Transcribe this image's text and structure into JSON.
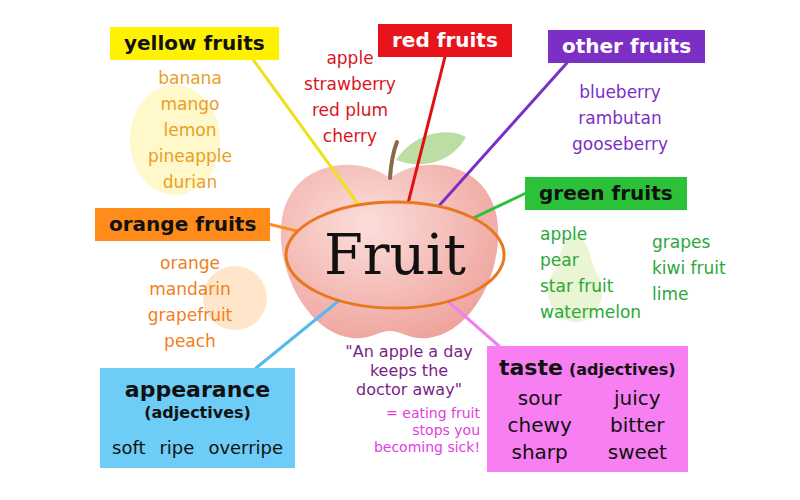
{
  "diagram": {
    "nodes": [
      {
        "text": [
          "Fruit"
        ]
      },
      {
        "text": [
          "yellow fruits"
        ]
      },
      {
        "text": [
          "red fruits"
        ]
      },
      {
        "text": [
          "other fruits"
        ]
      },
      {
        "text": [
          "green fruits"
        ]
      },
      {
        "text": [
          "orange fruits"
        ]
      },
      {
        "text": [
          "appearance",
          "(adjectives)",
          "soft",
          "ripe",
          "overripe"
        ]
      },
      {
        "text": [
          "taste",
          "(adjectives)",
          "sour",
          "juicy",
          "chewy",
          "bitter",
          "sharp",
          "sweet"
        ]
      }
    ],
    "edges": [
      {
        "from": 0,
        "to": 1,
        "arrow": "none"
      },
      {
        "from": 0,
        "to": 2,
        "arrow": "none"
      },
      {
        "from": 0,
        "to": 3,
        "arrow": "none"
      },
      {
        "from": 0,
        "to": 4,
        "arrow": "none"
      },
      {
        "from": 0,
        "to": 5,
        "arrow": "none"
      },
      {
        "from": 0,
        "to": 6,
        "arrow": "none"
      },
      {
        "from": 0,
        "to": 7,
        "arrow": "none"
      }
    ],
    "labels": [
      "banana",
      "mango",
      "lemon",
      "pineapple",
      "durian",
      "apple",
      "strawberry",
      "red plum",
      "cherry",
      "blueberry",
      "rambutan",
      "gooseberry",
      "apple",
      "pear",
      "star fruit",
      "watermelon",
      "grapes",
      "kiwi fruit",
      "lime",
      "orange",
      "mandarin",
      "grapefruit",
      "peach",
      "\"An apple a day keeps the doctor away\"",
      "= eating fruit stops you becoming sick!"
    ]
  }
}
